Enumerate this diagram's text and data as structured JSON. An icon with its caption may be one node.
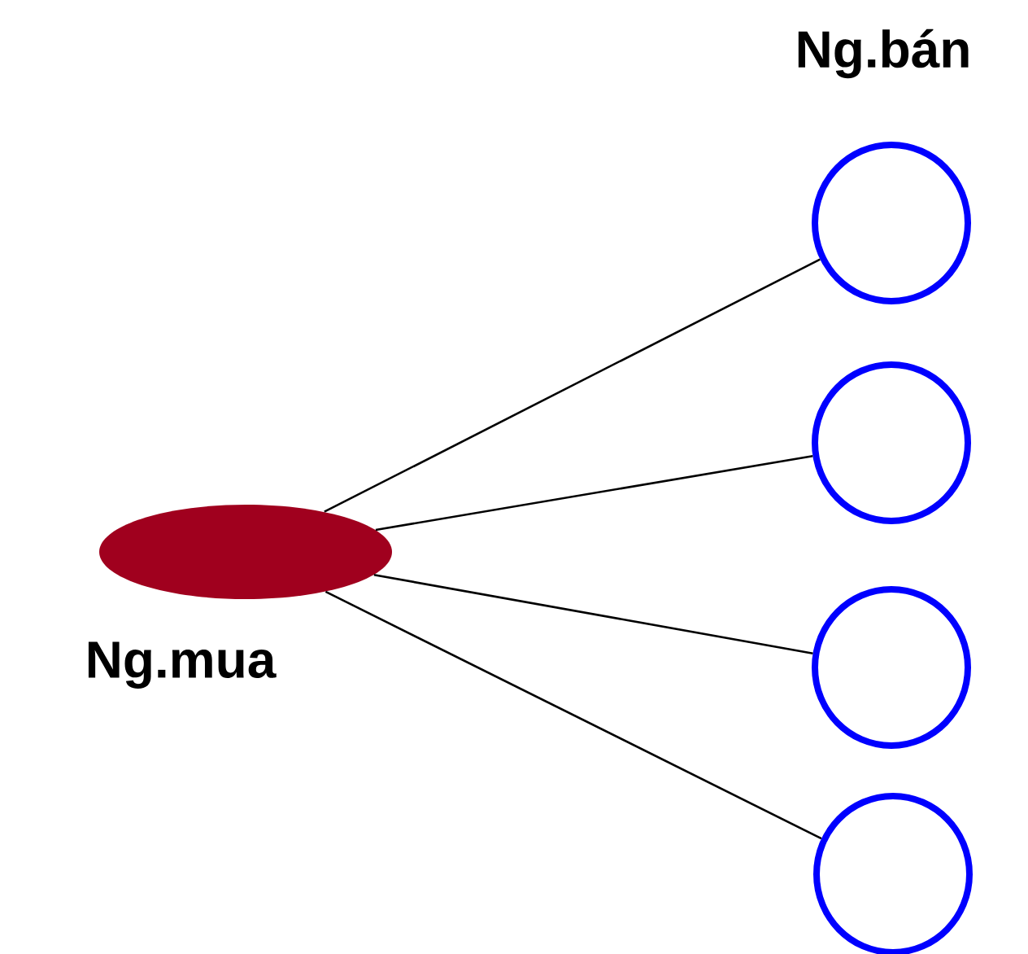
{
  "diagram": {
    "nodes": [
      {
        "text": [
          "Ng.mua"
        ]
      },
      {
        "text": [],
        "shape": "circle"
      },
      {
        "text": [],
        "shape": "circle"
      },
      {
        "text": [],
        "shape": "circle"
      },
      {
        "text": [],
        "shape": "circle"
      }
    ],
    "edges": [
      {
        "from": 0,
        "to": 1,
        "arrow": "none"
      },
      {
        "from": 0,
        "to": 2,
        "arrow": "none"
      },
      {
        "from": 0,
        "to": 3,
        "arrow": "none"
      },
      {
        "from": 0,
        "to": 4,
        "arrow": "none"
      }
    ],
    "labels": [
      "Ng.bán"
    ]
  }
}
